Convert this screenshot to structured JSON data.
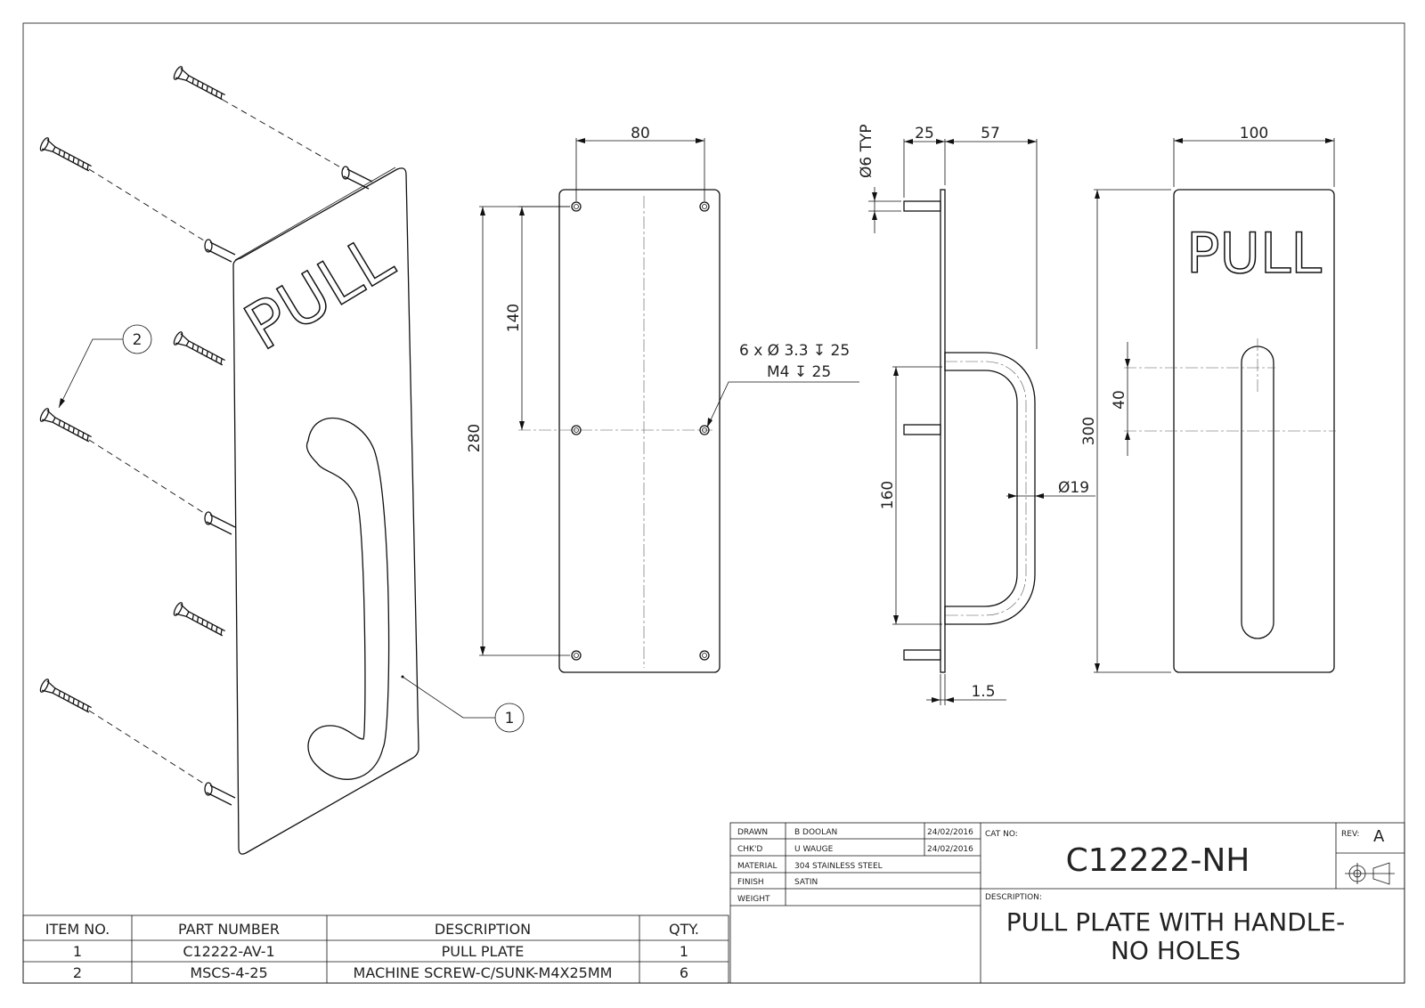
{
  "dimensions": {
    "width": "80",
    "holes_total": "280",
    "holes_upper": "140",
    "hole_callout_line1": "6 x Ø 3.3 ↧ 25",
    "hole_callout_line2": "M4 ↧ 25",
    "stud_dia": "Ø6 TYP",
    "standoff": "25",
    "handle_projection": "57",
    "handle_centers": "160",
    "handle_dia": "Ø19",
    "plate_thickness": "1.5",
    "plate_width": "100",
    "plate_height": "300",
    "handle_offset": "40"
  },
  "labels": {
    "pull_text": "PULL",
    "balloon_1": "1",
    "balloon_2": "2"
  },
  "bom": {
    "headers": [
      "ITEM NO.",
      "PART NUMBER",
      "DESCRIPTION",
      "QTY."
    ],
    "rows": [
      [
        "1",
        "C12222-AV-1",
        "PULL PLATE",
        "1"
      ],
      [
        "2",
        "MSCS-4-25",
        "MACHINE SCREW-C/SUNK-M4X25MM",
        "6"
      ]
    ]
  },
  "title_block": {
    "drawn_label": "DRAWN",
    "drawn_by": "B DOOLAN",
    "drawn_date": "24/02/2016",
    "checked_label": "CHK'D",
    "checked_by": "U WAUGE",
    "checked_date": "24/02/2016",
    "material_label": "MATERIAL",
    "material": "304 STAINLESS STEEL",
    "finish_label": "FINISH",
    "finish": "SATIN",
    "weight_label": "WEIGHT",
    "weight": "",
    "cat_no_label": "CAT NO:",
    "cat_no": "C12222-NH",
    "rev_label": "REV:",
    "rev": "A",
    "description_label": "DESCRIPTION:",
    "description_line1": "PULL PLATE WITH HANDLE-",
    "description_line2": "NO HOLES"
  }
}
